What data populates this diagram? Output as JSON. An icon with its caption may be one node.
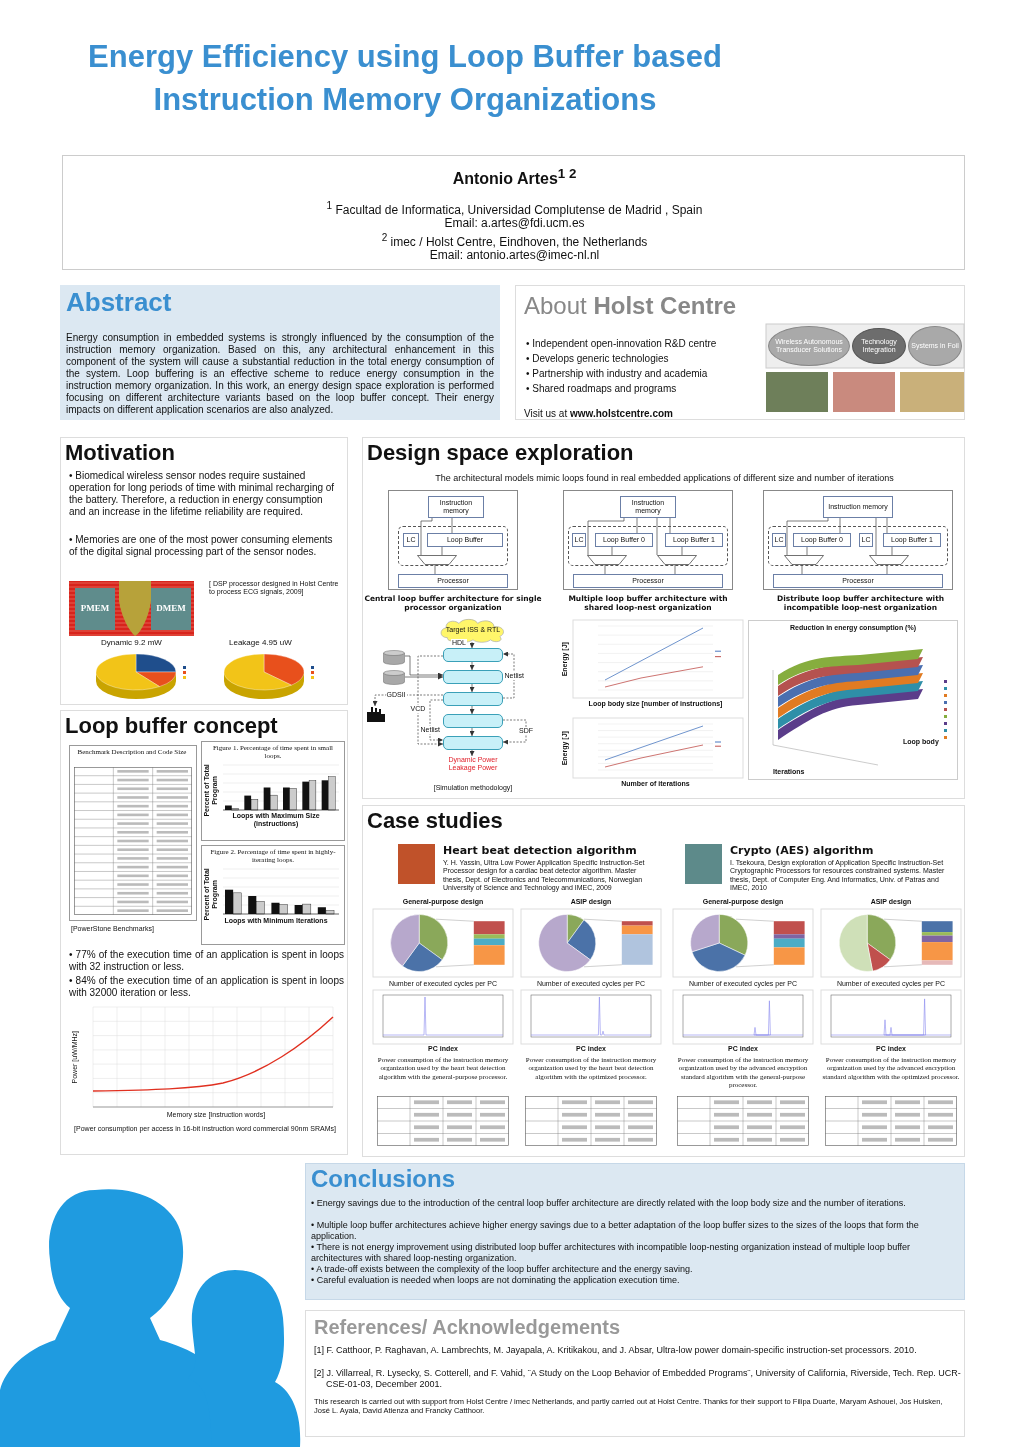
{
  "diagram": {
    "title": "Energy Efficiency using Loop Buffer based Instruction Memory Organizations",
    "nodes": [
      {
        "text": [
          "Antonio Artes$^{1 2}$",
          "$^{1}$ Facultad de Informatica, Universidad Complutense de Madrid , Spain",
          "Email: a.artes@fdi.ucm.es",
          "$^{2}$ imec / Holst Centre, Eindhoven, the Netherlands",
          "Email: antonio.artes@imec-nl.nl"
        ]
      },
      {
        "text": [
          "Abstract",
          "Energy consumption in embedded systems is strongly influenced by the consumption of the instruction memory organization. Based on this, any architectural enhancement in this component of the system will cause a substantial reduction in the total energy consumption of the system. Loop buffering is an effective scheme to reduce energy consumption in the instruction memory organization. In this work, an energy design space exploration is performed focusing on different architecture variants based on the loop buffer concept. Their energy impacts on different application scenarios are also analyzed."
        ]
      },
      {
        "text": [
          "About **Holst Centre**",
          "• Independent open-innovation R&D centre",
          "• Develops generic technologies",
          "• Partnership with industry and academia",
          "• Shared roadmaps and programs",
          "Visit us at **www.holstcentre.com**"
        ]
      },
      {
        "text": [
          "Wireless Autonomous Transducer Solutions"
        ],
        "in": 2
      },
      {
        "text": [
          "Technology Integration"
        ],
        "in": 2
      },
      {
        "text": [
          "Systems in Foil"
        ],
        "in": 2
      },
      {
        "text": [
          "Motivation",
          "• Biomedical wireless sensor nodes require sustained operation for long periods of time with minimal recharging of the battery. Therefore, a reduction in energy consumption and an increase in the lifetime reliability are required.",
          "• Memories are one of the most power consuming elements of the digital signal processing part of the sensor nodes.",
          "[ DSP processor designed in Holst Centre to process ECG signals, 2009]",
          "Dynamic 9.2 mW",
          "Leakage 4.95 uW"
        ]
      },
      {
        "text": [
          "PMEM"
        ],
        "in": 6
      },
      {
        "text": [
          "DMEM"
        ],
        "in": 6
      },
      {
        "text": [
          "Loop buffer concept",
          "Benchmark Description and Code Size",
          "Figure 1. Percentage of time spent in small loops.",
          "Percent of Total Program",
          "Loops with Maximum Size (instructions)",
          "Figure 2. Percentage of time spent in highly-iterating loops.",
          "Percent of Total Program",
          "Loops with Minimum Iterations",
          "[PowerStone Benchmarks]",
          "• 77% of the execution time of an application is spent in loops with 32 instruction or less.",
          "• 84% of the execution time of an application is spent in loops with 32000 iteration or less.",
          "Power [uW/MHz]",
          "Memory size [Instruction words]",
          "[Power consumption per access in 16-bit instruction word commercial 90nm SRAMs]"
        ]
      },
      {
        "text": [
          "Design space exploration",
          "The architectural models mimic loops found in real embedded applications of different size and number of iterations",
          "Central loop buffer architecture for single processor organization",
          "Multiple loop buffer architecture with shared loop-nest organization",
          "Distribute loop buffer architecture with incompatible loop-nest organization",
          "Energy [J]",
          "Loop body size [number of instructions]",
          "Energy [J]",
          "Number of iterations",
          "Reduction in energy consumption (%)",
          "Iterations",
          "Loop body",
          "[Simulation methodology]"
        ]
      },
      {
        "text": [
          "Instruction memory"
        ],
        "in": 10
      },
      {
        "text": [],
        "shape": "box",
        "in": 10
      },
      {
        "text": [
          "LC"
        ],
        "in": 12
      },
      {
        "text": [
          "Loop Buffer"
        ],
        "in": 12
      },
      {
        "text": [],
        "shape": "trapezoid",
        "in": 12
      },
      {
        "text": [
          "Processor"
        ],
        "in": 10
      },
      {
        "text": [
          "Instruction memory"
        ],
        "in": 10
      },
      {
        "text": [],
        "shape": "box",
        "in": 10
      },
      {
        "text": [
          "LC"
        ],
        "in": 18
      },
      {
        "text": [
          "Loop Buffer 0"
        ],
        "in": 18
      },
      {
        "text": [
          "Loop Buffer 1"
        ],
        "in": 18
      },
      {
        "text": [],
        "shape": "trapezoid",
        "in": 18
      },
      {
        "text": [],
        "shape": "trapezoid",
        "in": 18
      },
      {
        "text": [
          "Processor"
        ],
        "in": 10
      },
      {
        "text": [
          "Instruction memory"
        ],
        "in": 10
      },
      {
        "text": [],
        "shape": "box",
        "in": 10
      },
      {
        "text": [
          "LC"
        ],
        "in": 26
      },
      {
        "text": [
          "Loop Buffer 0"
        ],
        "in": 26
      },
      {
        "text": [
          "LC"
        ],
        "in": 26
      },
      {
        "text": [
          "Loop Buffer 1"
        ],
        "in": 26
      },
      {
        "text": [],
        "shape": "trapezoid",
        "in": 26
      },
      {
        "text": [],
        "shape": "trapezoid",
        "in": 26
      },
      {
        "text": [
          "Processor"
        ],
        "in": 10
      },
      {
        "text": [
          "Target ISS & RTL"
        ],
        "in": 10
      },
      {
        "text": [],
        "shape": "box",
        "in": 10
      },
      {
        "text": [],
        "shape": "box",
        "in": 10
      },
      {
        "text": [],
        "shape": "box",
        "in": 10
      },
      {
        "text": [],
        "shape": "box",
        "in": 10
      },
      {
        "text": [],
        "shape": "box",
        "in": 10
      },
      {
        "text": [],
        "shape": "cylinder",
        "in": 10
      },
      {
        "text": [],
        "shape": "cylinder",
        "in": 10
      },
      {
        "text": [],
        "shape": "picture",
        "in": 10
      },
      {
        "text": [
          "Dynamic Power",
          "Leakage Power"
        ],
        "in": 10
      },
      {
        "text": [
          "Case studies",
          "Heart beat detection algorithm",
          "Y. H. Yassin, Ultra Low Power Application Specific Instruction-Set Processor design for a cardiac beat detector algorithm. Master thesis, Dept. of Electronics and Telecommunications, Norwegian University of Science and Technology and IMEC, 2009",
          "Crypto (AES) algorithm",
          "I. Tsekoura, Design exploration of Application Specific Instruction-Set Cryptographic Processors for resources constrained systems. Master thesis, Dept. of Computer Eng. And Informatics, Univ. of Patras and IMEC, 2010",
          "General-purpose design",
          "ASIP design",
          "General-purpose design",
          "ASIP design",
          "Number of executed cycles per PC",
          "Number of executed cycles per PC",
          "Number of executed cycles per PC",
          "Number of executed cycles per PC",
          "PC index",
          "PC index",
          "PC index",
          "PC index",
          "Power consumption of the instruction memory organization used by the heart beat detection algorithm with the general-purpose processor.",
          "Power consumption of the instruction memory organization used by the heart beat detection algorithm with the optimized processor.",
          "Power consumption of the instruction memory organization used by the advanced encryption standard algorithm with the general-purpose processor.",
          "Power consumption of the instruction memory organization used by the advanced encryption standard algorithm with the optimized processor."
        ]
      },
      {
        "text": [
          "Conclusions",
          "• Energy savings due to the introduction of the central loop buffer architecture are directly related with the loop body size and the number of iterations.",
          "• Multiple loop buffer architectures achieve higher energy savings due to a better adaptation of the loop buffer sizes to the sizes of the loops that form the application.",
          "• There is not energy improvement using distributed loop buffer architectures with incompatible loop-nesting organization instead of multiple loop buffer architectures with shared loop-nesting organization.",
          "• A trade-off exists between the complexity of the loop buffer architecture and the energy saving.",
          "• Careful evaluation is needed when loops are not dominating the application execution time."
        ]
      },
      {
        "text": [
          "References/ Acknowledgements",
          "[1] F. Catthoor, P. Raghavan, A. Lambrechts, M. Jayapala, A. Kritikakou, and J. Absar, Ultra-low power domain-specific instruction-set processors. 2010.",
          "[2] J. Villarreal, R. Lysecky, S. Cotterell, and F. Vahid, ¨A Study on the Loop Behavior of Embedded Programs¨, University of California, Riverside, Tech. Rep. UCR-CSE-01-03, December 2001.",
          "This research is carried out with support from Holst Centre / imec Netherlands, and partly carried out at Holst Centre. Thanks for their support to Filipa Duarte, Maryam Ashouei, Jos Huisken, José L. Ayala, David Atienza and Francky Catthoor."
        ]
      }
    ],
    "edges": [
      {
        "from": 11,
        "to": 14,
        "arrow": "none"
      },
      {
        "from": 11,
        "to": 15,
        "arrow": "none"
      },
      {
        "from": 14,
        "to": 15,
        "arrow": "none"
      },
      {
        "from": 15,
        "to": 16,
        "arrow": "none"
      },
      {
        "from": 17,
        "to": 20,
        "arrow": "none"
      },
      {
        "from": 17,
        "to": 21,
        "arrow": "none"
      },
      {
        "from": 17,
        "to": 22,
        "arrow": "none"
      },
      {
        "from": 17,
        "to": 23,
        "arrow": "none"
      },
      {
        "from": 20,
        "to": 22,
        "arrow": "none"
      },
      {
        "from": 21,
        "to": 23,
        "arrow": "none"
      },
      {
        "from": 22,
        "to": 24,
        "arrow": "none"
      },
      {
        "from": 23,
        "to": 24,
        "arrow": "none"
      },
      {
        "from": 25,
        "to": 28,
        "arrow": "none"
      },
      {
        "from": 25,
        "to": 30,
        "arrow": "none"
      },
      {
        "from": 25,
        "to": 31,
        "arrow": "none"
      },
      {
        "from": 25,
        "to": 32,
        "arrow": "none"
      },
      {
        "from": 28,
        "to": 31,
        "arrow": "none"
      },
      {
        "from": 30,
        "to": 32,
        "arrow": "none"
      },
      {
        "from": 31,
        "to": 33,
        "arrow": "none"
      },
      {
        "from": 32,
        "to": 33,
        "arrow": "none"
      },
      {
        "from": 34,
        "to": 35,
        "arrow": "to",
        "label": "HDL"
      },
      {
        "from": 35,
        "to": 36,
        "arrow": "to"
      },
      {
        "from": 36,
        "to": 37,
        "arrow": "to"
      },
      {
        "from": 37,
        "to": 38,
        "arrow": "to"
      },
      {
        "from": 38,
        "to": 39,
        "arrow": "to"
      },
      {
        "from": 39,
        "to": 43,
        "arrow": "to"
      },
      {
        "from": 37,
        "to": 35,
        "arrow": "to",
        "label": "Netlist",
        "style": "dashed"
      },
      {
        "from": 38,
        "to": 39,
        "arrow": "to",
        "label": "SDF",
        "style": "dashed"
      },
      {
        "from": 37,
        "to": 39,
        "arrow": "to",
        "label": "Netlist",
        "style": "dashed"
      },
      {
        "from": 35,
        "to": 39,
        "arrow": "to",
        "label": "VCD",
        "style": "dashed"
      },
      {
        "from": 40,
        "to": 36,
        "arrow": "to"
      },
      {
        "from": 41,
        "to": 36,
        "arrow": "to"
      },
      {
        "from": 37,
        "to": 42,
        "arrow": "to",
        "label": "GDSII",
        "style": "dashed"
      }
    ]
  }
}
